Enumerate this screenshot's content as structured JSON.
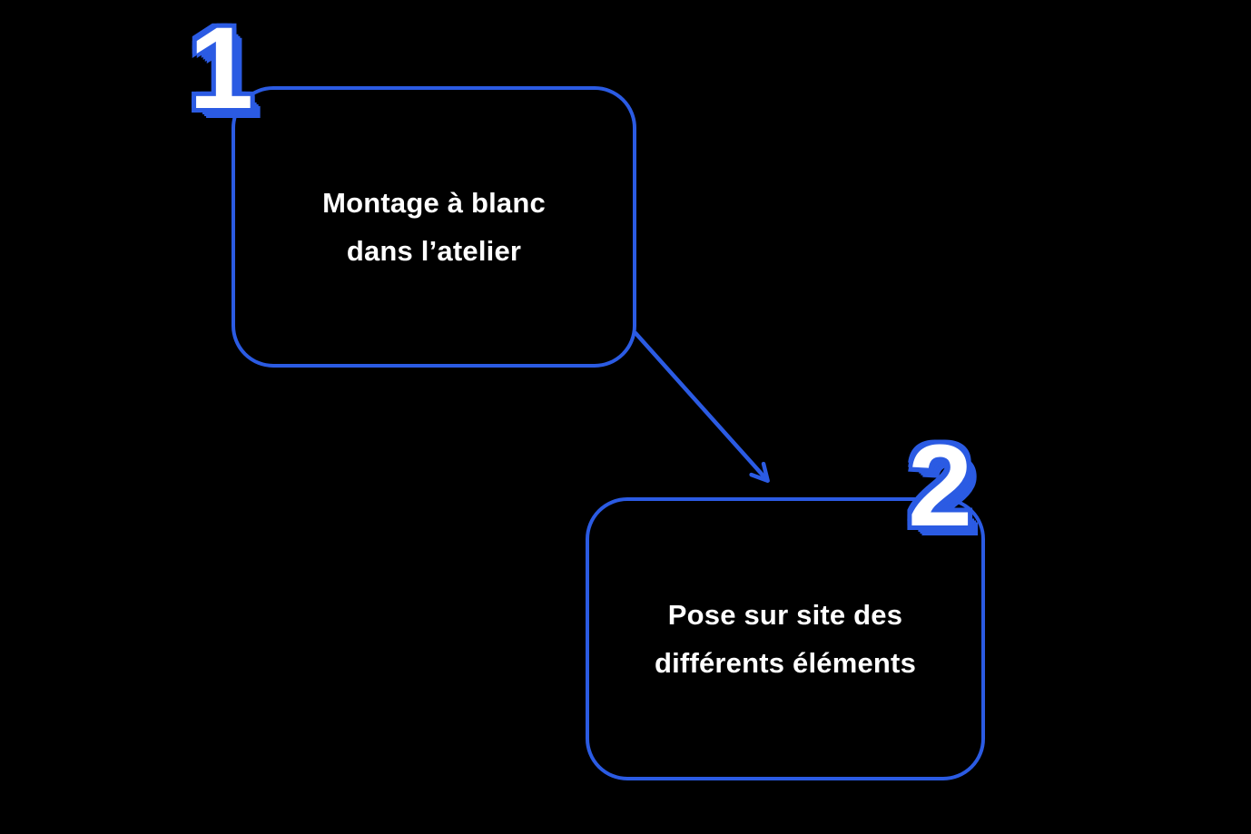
{
  "diagram": {
    "background_color": "#000000",
    "accent_color": "#2B5BE3",
    "text_color": "#FFFFFF",
    "steps": [
      {
        "number": "1",
        "label": "Montage à blanc\ndans l’atelier"
      },
      {
        "number": "2",
        "label": "Pose sur site des\ndifférents éléments"
      }
    ],
    "connector": {
      "from_step": "1",
      "to_step": "2",
      "style": "diagonal-arrow"
    }
  }
}
